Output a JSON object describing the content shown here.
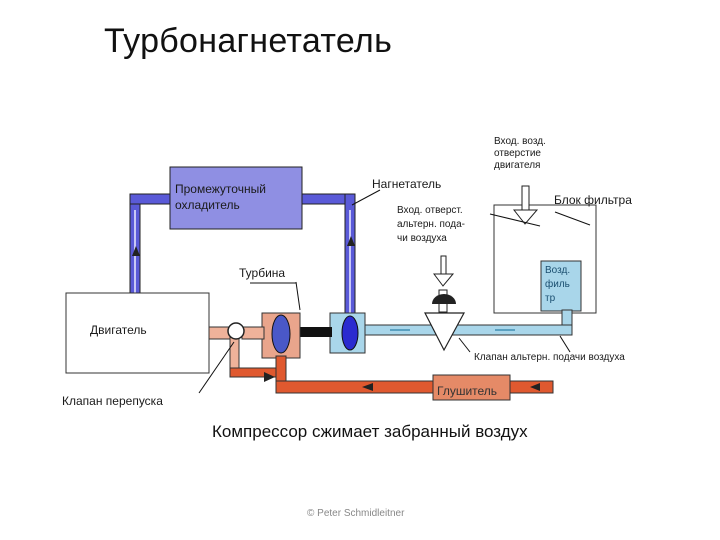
{
  "title": "Турбонагнетатель",
  "caption": "Компрессор сжимает забранный воздух",
  "copyright": "© Peter Schmidleitner",
  "labels": {
    "intercooler_l1": "Промежуточный",
    "intercooler_l2": "охладитель",
    "compressor": "Нагнетатель",
    "air_inlet_l1": "Вход. возд.",
    "air_inlet_l2": "отверстие",
    "air_inlet_l3": "двигателя",
    "filter_block": "Блок фильтра",
    "alt_inlet_l1": "Вход. отверст.",
    "alt_inlet_l2": "альтерн. пода-",
    "alt_inlet_l3": "чи воздуха",
    "turbine": "Турбина",
    "air_filter_l1": "Возд.",
    "air_filter_l2": "филь",
    "air_filter_l3": "тр",
    "engine": "Двигатель",
    "alt_valve": "Клапан альтерн. подачи воздуха",
    "muffler": "Глушитель",
    "bypass_valve": "Клапан перепуска"
  },
  "colors": {
    "intake_pipe": "#5a5ad8",
    "intercooler_fill": "#8f8fe3",
    "cold_air": "#a9d6ea",
    "exhaust": "#e0592f",
    "exhaust_light": "#efb29a",
    "muffler_fill": "#e58a67"
  }
}
